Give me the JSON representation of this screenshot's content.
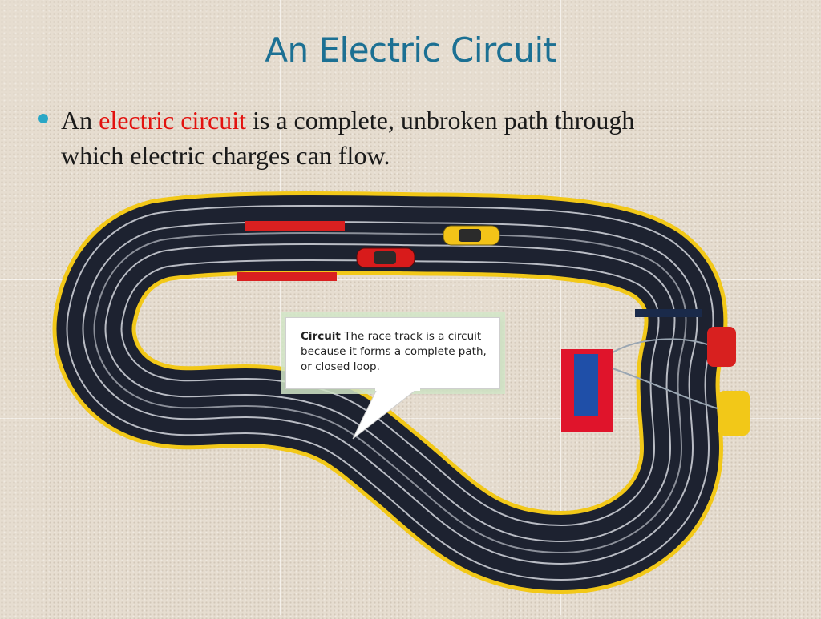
{
  "slide": {
    "title": "An Electric Circuit",
    "bullet": {
      "prefix": "An",
      "highlight": "electric circuit",
      "rest": "is a complete, unbroken path through which electric charges can flow."
    },
    "callout": {
      "heading": "Circuit",
      "text": "The race track is a circuit because it forms a complete path, or closed loop."
    }
  },
  "colors": {
    "title": "#1c7093",
    "highlight": "#e2120f",
    "bullet": "#2aa7c6",
    "track": "#1d2230",
    "rail": "#f2c818",
    "car_red": "#d81b1b",
    "car_yellow": "#f3c318",
    "power_box": "#e0142b"
  },
  "image": {
    "subject": "race-track-image"
  }
}
